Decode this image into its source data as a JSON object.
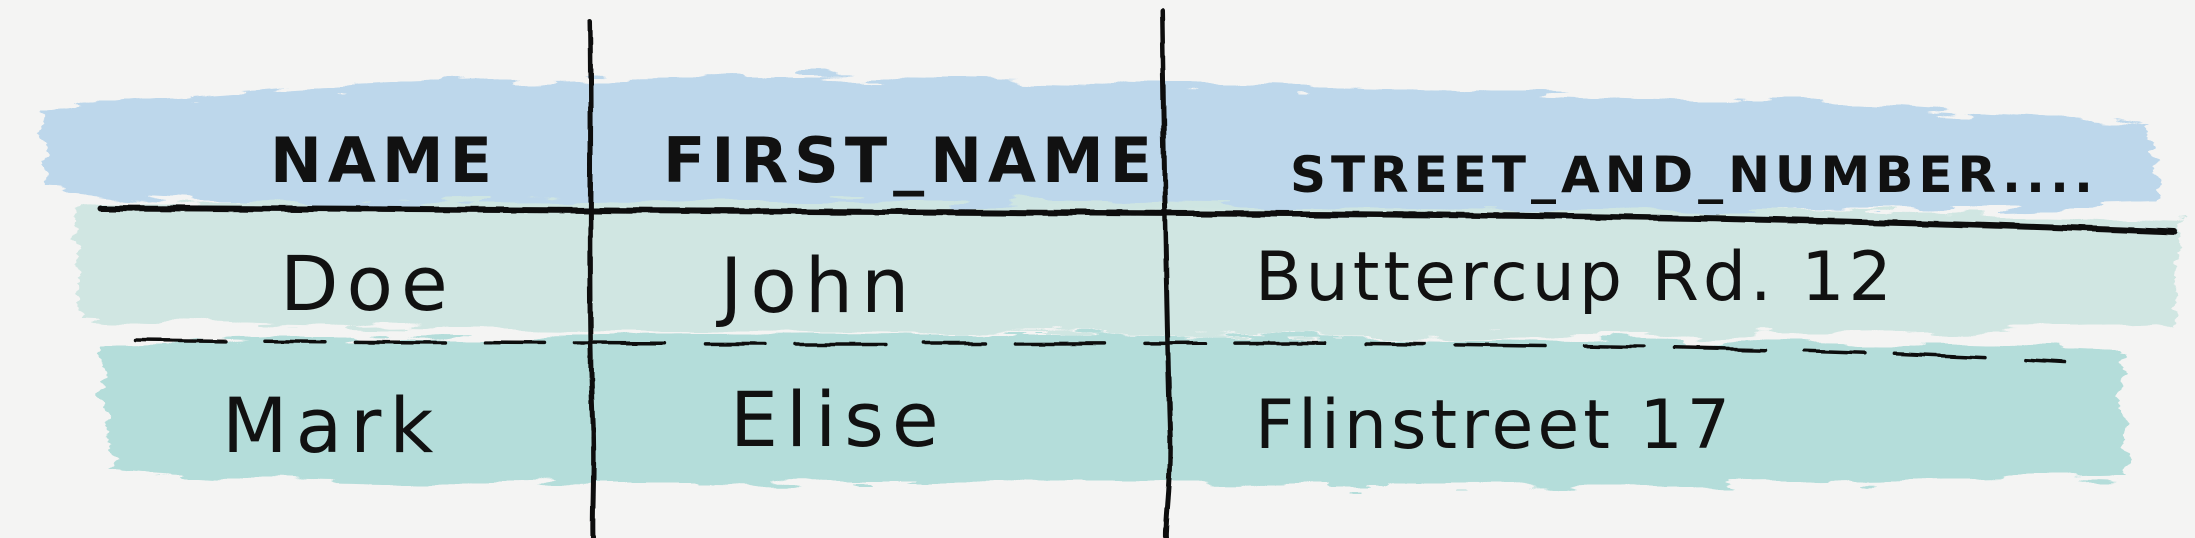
{
  "colors": {
    "paper": "#f4f4f3",
    "header_wash": "#b7d4ea",
    "row1_wash": "#cfe6e2",
    "row2_wash": "#a9d9d6",
    "ink": "#111111"
  },
  "table": {
    "headers": [
      "NAME",
      "FIRST_NAME",
      "STREET_AND_NUMBER...."
    ],
    "rows": [
      [
        "Doe",
        "John",
        "Buttercup Rd.  12"
      ],
      [
        "Mark",
        "Elise",
        "Flinstreet  17"
      ]
    ]
  }
}
